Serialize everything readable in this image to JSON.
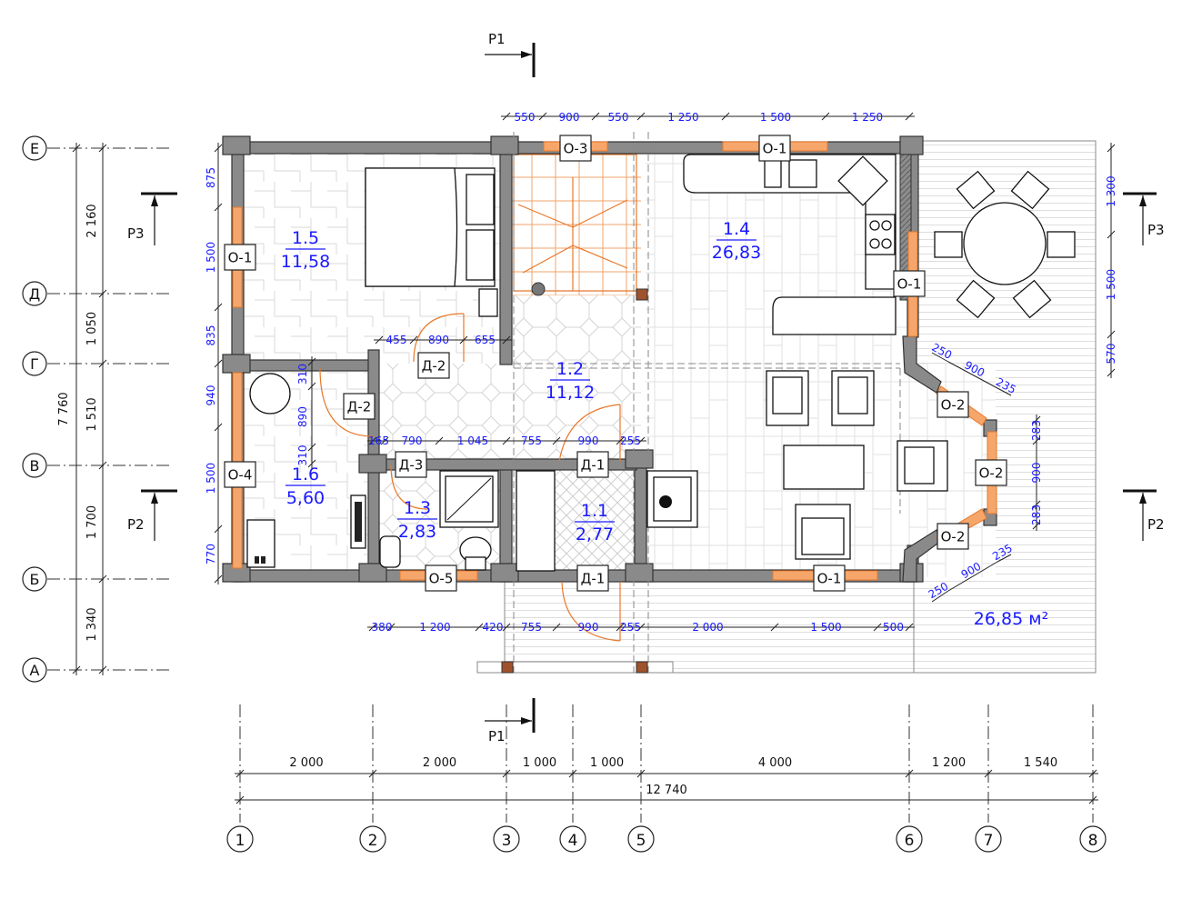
{
  "sections": {
    "p1_top": "Р1",
    "p1_bottom": "Р1",
    "p2_left": "Р2",
    "p2_right": "Р2",
    "p3_left": "Р3",
    "p3_right": "Р3"
  },
  "row_axes": [
    "Е",
    "Д",
    "Г",
    "В",
    "Б",
    "А"
  ],
  "col_axes": [
    "1",
    "2",
    "3",
    "4",
    "5",
    "6",
    "7",
    "8"
  ],
  "rooms": [
    {
      "id": "1.5",
      "area": "11,58"
    },
    {
      "id": "1.4",
      "area": "26,83"
    },
    {
      "id": "1.2",
      "area": "11,12"
    },
    {
      "id": "1.6",
      "area": "5,60"
    },
    {
      "id": "1.3",
      "area": "2,83"
    },
    {
      "id": "1.1",
      "area": "2,77"
    }
  ],
  "terrace_area": "26,85 м²",
  "tags": {
    "o3": "О-3",
    "o1_top": "О-1",
    "o1_left": "О-1",
    "o1_right": "О-1",
    "o1_bottom": "О-1",
    "o4": "О-4",
    "o5": "О-5",
    "o2_top": "О-2",
    "o2_mid": "О-2",
    "o2_bot": "О-2",
    "d2_a": "Д-2",
    "d2_b": "Д-2",
    "d3": "Д-3",
    "d1_a": "Д-1",
    "d1_b": "Д-1"
  },
  "dims": {
    "top_chain": [
      "550",
      "900",
      "550",
      "1 250",
      "1 500",
      "1 250"
    ],
    "left_rows": [
      "2 160",
      "1 050",
      "1 510",
      "1 700",
      "1 340"
    ],
    "left_total": "7 760",
    "left_inner": [
      "875",
      "1 500",
      "835",
      "940",
      "1 500",
      "770"
    ],
    "right_inner": [
      "1 300",
      "1 500",
      "570"
    ],
    "bottom_axes": [
      "2 000",
      "2 000",
      "1 000",
      "1 000",
      "4 000",
      "1 200",
      "1 540"
    ],
    "bottom_total": "12 740",
    "mid_upper": [
      "455",
      "890",
      "655"
    ],
    "mid_lower": [
      "165",
      "790",
      "1 045",
      "755",
      "990",
      "255"
    ],
    "vertical_small": [
      "310",
      "890",
      "310"
    ],
    "oriel_top": [
      "250",
      "900",
      "235"
    ],
    "oriel_bottom": [
      "250",
      "900",
      "235"
    ],
    "oriel_side": [
      "283",
      "900",
      "283"
    ],
    "bottom_chain": [
      "380",
      "1 200",
      "420",
      "755",
      "990",
      "255",
      "2 000",
      "1 500",
      "500"
    ]
  }
}
